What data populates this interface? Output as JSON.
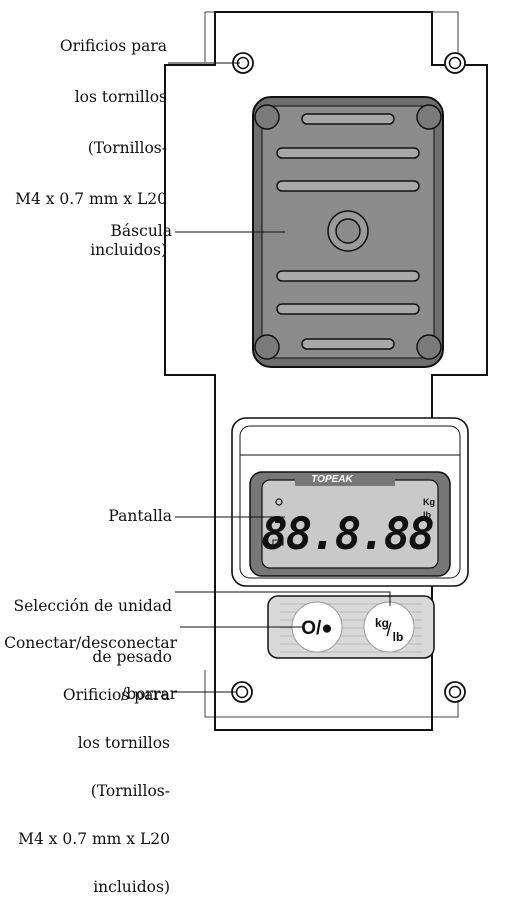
{
  "labels": {
    "screw_holes_top": [
      "Orificios para",
      "los tornillos",
      "(Tornillos-",
      "M4 x 0.7 mm x L20",
      "incluidos)"
    ],
    "scale": "Báscula",
    "display": "Pantalla",
    "unit_select": [
      "Selección de unidad",
      "de pesado"
    ],
    "power": [
      "Conectar/desconectar",
      "/borrar"
    ],
    "screw_holes_bottom": [
      "Orificios para",
      "los tornillos",
      "(Tornillos-",
      "M4 x 0.7 mm x L20",
      "incluidos)"
    ]
  },
  "device": {
    "brand": "TOPEAK",
    "digits": "88.8.88",
    "unit_kg": "Kg",
    "unit_lb": "lb",
    "button_power": "O/●",
    "button_units_kg": "kg",
    "button_units_lb": "lb"
  },
  "colors": {
    "outline": "#111111",
    "platform": "#8c8c8c",
    "platform_dark": "#6e6e6e",
    "lcd": "#c9c9c9",
    "button_panel": "#d9d9d9"
  }
}
